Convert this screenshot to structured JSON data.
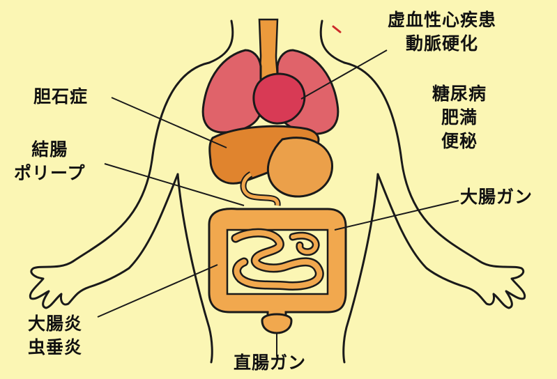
{
  "title_fragment": "",
  "labels": {
    "cardio": [
      "虚血性心疾患",
      "動脈硬化"
    ],
    "metabolic": [
      "糖尿病",
      "肥満",
      "便秘"
    ],
    "gallstone": "胆石症",
    "polyp": [
      "結腸",
      "ポリープ"
    ],
    "colon_cancer": "大腸ガン",
    "colitis": [
      "大腸炎",
      "虫垂炎"
    ],
    "rectal_cancer": "直腸ガン"
  },
  "colors": {
    "background": "#fbf6b4",
    "outline": "#1a1a1a",
    "lungs": "#e0636a",
    "heart": "#d83a55",
    "liver": "#e0842e",
    "stomach": "#eba04a",
    "intestine": "#f1a84e",
    "esophagus": "#ec9a3c"
  }
}
